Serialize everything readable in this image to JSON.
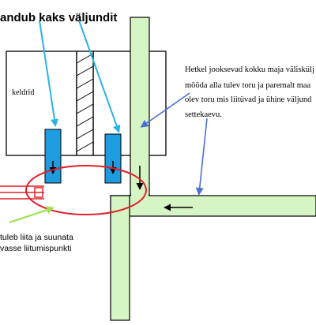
{
  "labels": {
    "top_left": "andub kaks väljundit",
    "room": "keldrid",
    "note_line1": "Hetkel jooksevad kokku maja väliskülj",
    "note_line2": "mööda alla tulev toru ja paremalt maa",
    "note_line3": "olev toru mis liitüvad ja ühine väljund",
    "note_line4": "settekaevu.",
    "bottom_line1": "tuleb liita ja suunata",
    "bottom_line2": "vasse liitumispunkti"
  },
  "colors": {
    "pipe_fill": "#d6f5c4",
    "pipe_outlet": "#1f9be0",
    "cyan_arrow": "#2bb3e3",
    "blue_arrow": "#4a6fd8",
    "green_arrow": "#9ce14a",
    "red": "#e0202a",
    "outline": "#000000"
  }
}
